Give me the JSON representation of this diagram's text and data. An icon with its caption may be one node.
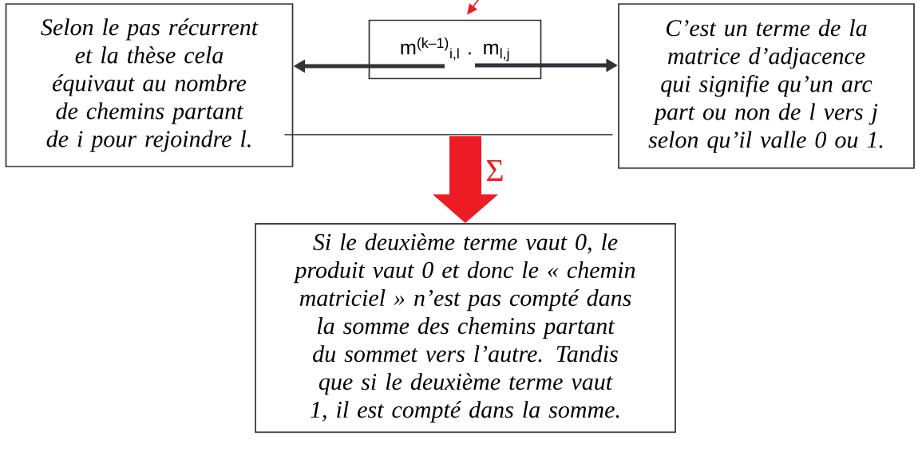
{
  "diagram": {
    "nodes": [
      {
        "text": [
          "Selon le pas récurrent et la thèse cela équivaut au nombre de chemins partant de i pour rejoindre l."
        ]
      },
      {
        "text": [
          "m$^{(k–1)}$$_{i,l}$ . m$_{l,j}$"
        ]
      },
      {
        "text": [
          "C’est un terme de la matrice d’adjacence qui signifie qu’un arc part ou non de l vers j selon qu’il valle 0 ou 1."
        ]
      },
      {
        "text": [],
        "shape": "bar"
      },
      {
        "text": [
          "Si le deuxième terme vaut 0, le produit vaut 0 et donc le « chemin matriciel » n’est pas compté dans la somme des chemins partant du sommet vers l’autre. Tandis que si le deuxième terme vaut 1, il est compté dans la somme."
        ]
      }
    ],
    "edges": [
      {
        "from": null,
        "to": 1,
        "arrow": "to",
        "color": "#ed1c24"
      },
      {
        "from": 1,
        "to": 0,
        "arrow": "to",
        "color": "#323237"
      },
      {
        "from": 1,
        "to": 2,
        "arrow": "to",
        "color": "#323237"
      },
      {
        "from": 3,
        "to": 4,
        "arrow": "to",
        "label": "Σ",
        "style": "thick",
        "color": "#ed1c24"
      }
    ]
  }
}
